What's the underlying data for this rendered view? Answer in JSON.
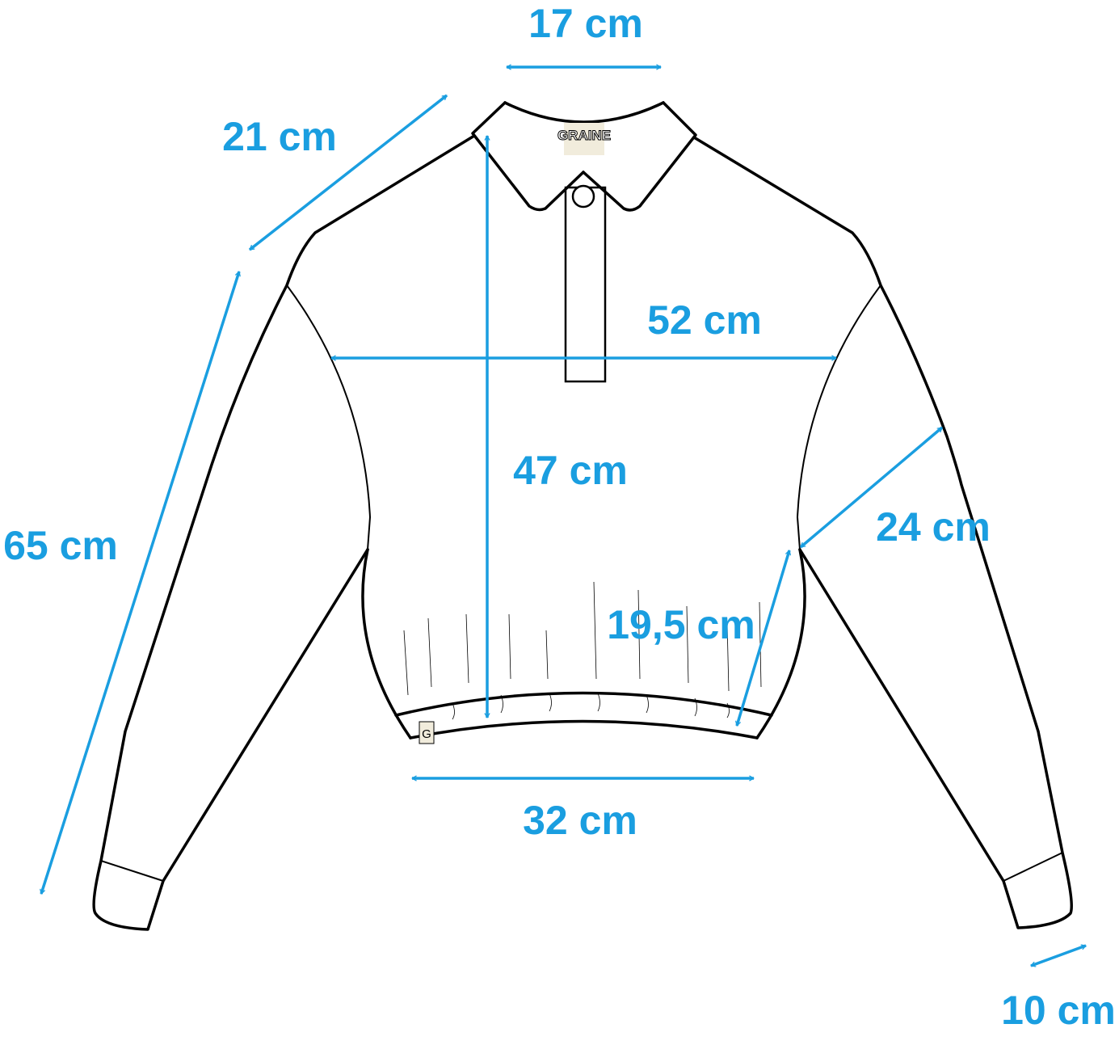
{
  "brand_logo": "GRAINE",
  "hem_tag_letter": "G",
  "accent_color": "#1a9ee0",
  "measurements": {
    "collar_width": "17 cm",
    "shoulder": "21 cm",
    "sleeve_length": "65 cm",
    "body_length": "47 cm",
    "chest_width": "52 cm",
    "armhole": "24 cm",
    "side_length": "19,5 cm",
    "hem_width": "32 cm",
    "cuff_width": "10 cm"
  }
}
